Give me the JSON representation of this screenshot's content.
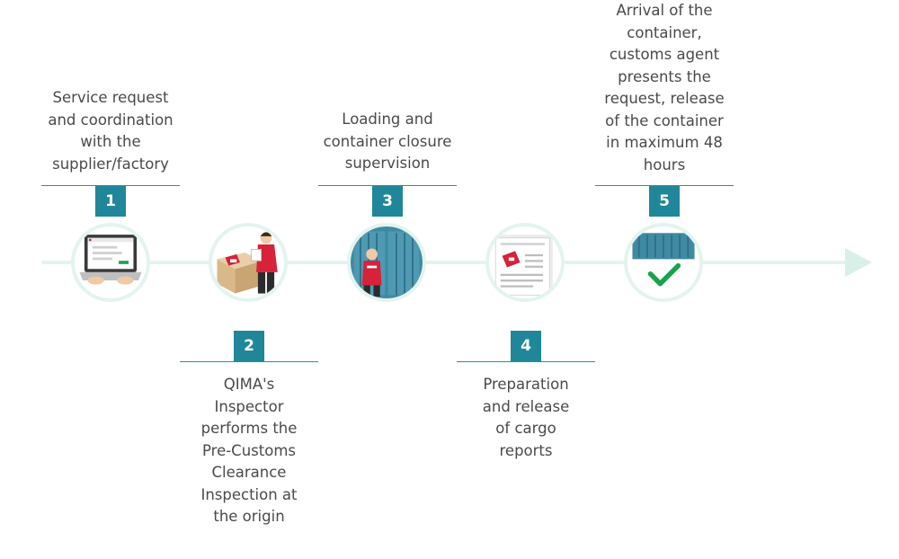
{
  "steps": [
    {
      "number": "1",
      "text": [
        "Service request",
        "and coordination",
        "with the",
        "supplier/factory"
      ],
      "icon": "laptop-icon"
    },
    {
      "number": "2",
      "text": [
        "QIMA's",
        "Inspector",
        "performs the",
        "Pre-Customs",
        "Clearance",
        "Inspection at",
        "the origin"
      ],
      "icon": "inspector-boxes-icon"
    },
    {
      "number": "3",
      "text": [
        "Loading and",
        "container closure",
        "supervision"
      ],
      "icon": "container-loading-icon"
    },
    {
      "number": "4",
      "text": [
        "Preparation",
        "and release",
        "of cargo",
        "reports"
      ],
      "icon": "cargo-report-icon"
    },
    {
      "number": "5",
      "text": [
        "Arrival of the",
        "container,",
        "customs agent",
        "presents the",
        "request, release",
        "of the container",
        "in maximum 48",
        "hours"
      ],
      "icon": "container-released-icon"
    }
  ],
  "colors": {
    "accent": "#1f8799",
    "timeline": "#e3f4ee",
    "brand_red": "#d7223a",
    "check_green": "#1aa34a"
  }
}
